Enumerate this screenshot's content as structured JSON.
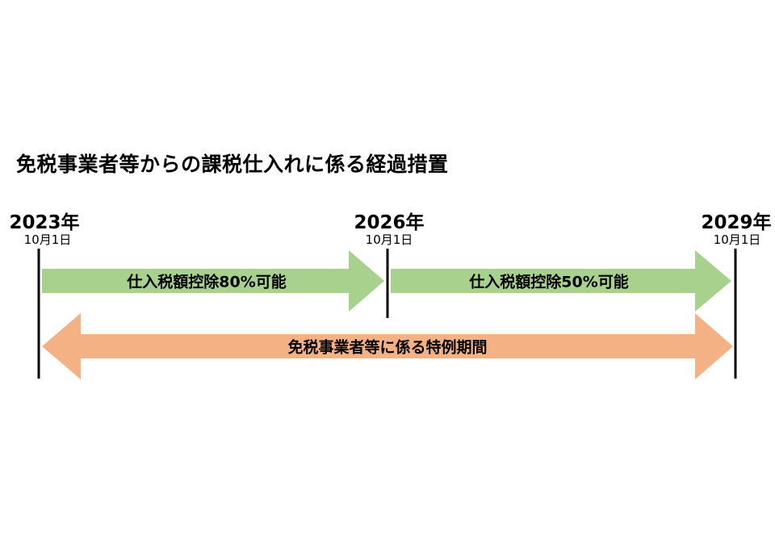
{
  "title": "免税事業者等からの課税仕入れに係る経過措置",
  "milestones": [
    {
      "year": "2023年",
      "date": "10月1日"
    },
    {
      "year": "2026年",
      "date": "10月1日"
    },
    {
      "year": "2029年",
      "date": "10月1日"
    }
  ],
  "arrows": [
    {
      "label": "仕入税額控除80%可能",
      "color": "#a9d18e"
    },
    {
      "label": "仕入税額控除50%可能",
      "color": "#a9d18e"
    },
    {
      "label": "免税事業者等に係る特例期間",
      "color": "#f4b183"
    }
  ],
  "colors": {
    "deduction_arrow": "#a9d18e",
    "special_period_arrow": "#f4b183",
    "timeline_line": "#000000"
  }
}
